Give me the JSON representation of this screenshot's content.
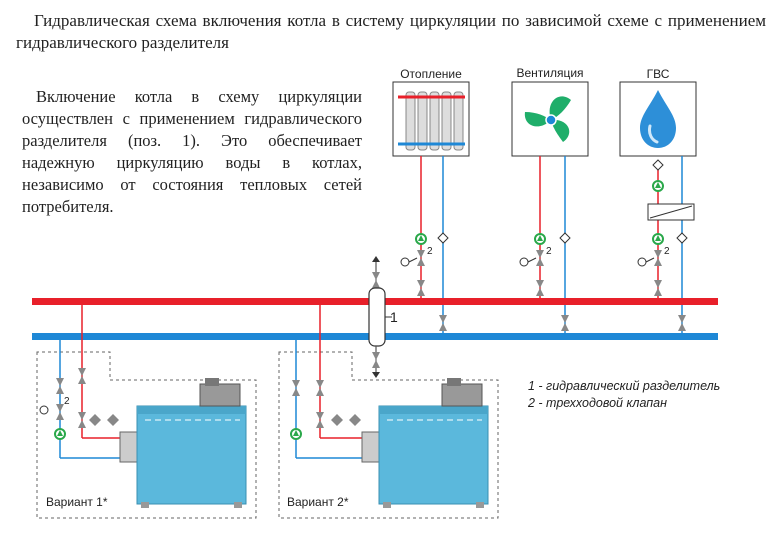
{
  "title": "Гидравлическая схема включения котла в систему циркуляции по зависимой схеме с применением гидравлического разделителя",
  "description": "Включение котла в схему циркуляции осуществлен с применением гидравлического разделителя (поз. 1). Это обеспечивает надежную циркуляцию воды в котлах, независимо от состояния тепловых сетей потребителя.",
  "consumers": [
    {
      "label": "Отопление",
      "icon": "radiator-icon"
    },
    {
      "label": "Вентиляция",
      "icon": "fan-icon"
    },
    {
      "label": "ГВС",
      "icon": "water-drop-icon"
    }
  ],
  "separator_label": "1",
  "valve_label": "2",
  "variants": [
    "Вариант 1*",
    "Вариант 2*"
  ],
  "legend": [
    "1 - гидравлический разделитель",
    "2 - трехходовой клапан"
  ],
  "colors": {
    "supply": "#e8202a",
    "return": "#1e88d6",
    "boiler": "#5bb8dc",
    "pump": "#2aa84a",
    "fan": "#1fae6a",
    "drop": "#2d8fd8"
  }
}
